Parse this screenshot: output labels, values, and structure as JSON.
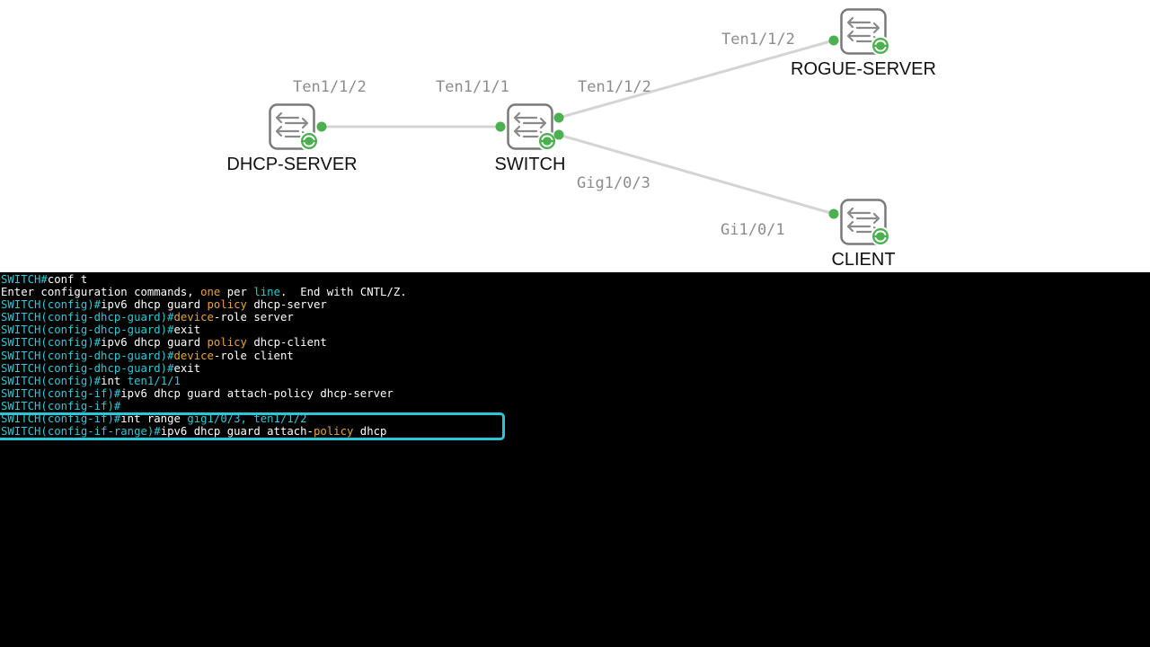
{
  "colors": {
    "prompt": "#2fc8d8",
    "keyword": "#e8a33a",
    "text": "#ffffff",
    "highlight": "#28c6d6",
    "link": "#d4d4d4",
    "port_dot": "#4caf50",
    "sync_badge": "#4caf50"
  },
  "topology": {
    "devices": [
      {
        "id": "dhcp-server",
        "label": "DHCP-SERVER",
        "icon": "switch-icon"
      },
      {
        "id": "switch",
        "label": "SWITCH",
        "icon": "switch-icon"
      },
      {
        "id": "rogue-server",
        "label": "ROGUE-SERVER",
        "icon": "switch-icon"
      },
      {
        "id": "client",
        "label": "CLIENT",
        "icon": "switch-icon"
      }
    ],
    "ports": [
      {
        "id": "dhcp-server-ten112",
        "label": "Ten1/1/2"
      },
      {
        "id": "switch-ten111",
        "label": "Ten1/1/1"
      },
      {
        "id": "switch-ten112",
        "label": "Ten1/1/2"
      },
      {
        "id": "rogue-ten112",
        "label": "Ten1/1/2"
      },
      {
        "id": "switch-gig103",
        "label": "Gig1/0/3"
      },
      {
        "id": "client-gi101",
        "label": "Gi1/0/1"
      }
    ]
  },
  "terminal": {
    "lines": [
      [
        {
          "t": "SWITCH#",
          "c": "prompt"
        },
        {
          "t": "conf t",
          "c": "text"
        }
      ],
      [
        {
          "t": "Enter configuration commands, ",
          "c": "text"
        },
        {
          "t": "one",
          "c": "kw"
        },
        {
          "t": " per ",
          "c": "text"
        },
        {
          "t": "line",
          "c": "prompt"
        },
        {
          "t": ".  End with CNTL/Z.",
          "c": "text"
        }
      ],
      [
        {
          "t": "SWITCH(config)#",
          "c": "prompt"
        },
        {
          "t": "ipv6 dhcp guard ",
          "c": "text"
        },
        {
          "t": "policy",
          "c": "kw"
        },
        {
          "t": " dhcp-server",
          "c": "text"
        }
      ],
      [
        {
          "t": "SWITCH(config-dhcp-guard)#",
          "c": "prompt"
        },
        {
          "t": "device",
          "c": "kw"
        },
        {
          "t": "-role server",
          "c": "text"
        }
      ],
      [
        {
          "t": "SWITCH(config-dhcp-guard)#",
          "c": "prompt"
        },
        {
          "t": "exit",
          "c": "text"
        }
      ],
      [
        {
          "t": "SWITCH(config)#",
          "c": "prompt"
        },
        {
          "t": "ipv6 dhcp guard ",
          "c": "text"
        },
        {
          "t": "policy",
          "c": "kw"
        },
        {
          "t": " dhcp-client",
          "c": "text"
        }
      ],
      [
        {
          "t": "SWITCH(config-dhcp-guard)#",
          "c": "prompt"
        },
        {
          "t": "device",
          "c": "kw"
        },
        {
          "t": "-role client",
          "c": "text"
        }
      ],
      [
        {
          "t": "SWITCH(config-dhcp-guard)#",
          "c": "prompt"
        },
        {
          "t": "exit",
          "c": "text"
        }
      ],
      [
        {
          "t": "SWITCH(config)#",
          "c": "prompt"
        },
        {
          "t": "int ",
          "c": "text"
        },
        {
          "t": "ten1/1/1",
          "c": "prompt"
        }
      ],
      [
        {
          "t": "SWITCH(config-if)#",
          "c": "prompt"
        },
        {
          "t": "ipv6 dhcp guard attach-policy dhcp-server",
          "c": "text"
        }
      ],
      [
        {
          "t": "SWITCH(config-if)#",
          "c": "prompt"
        }
      ],
      [
        {
          "t": "SWITCH(config-if)#",
          "c": "prompt"
        },
        {
          "t": "int range ",
          "c": "text"
        },
        {
          "t": "gig1/0/3, ten1/1/2",
          "c": "prompt"
        }
      ],
      [
        {
          "t": "SWITCH(config-if-range)#",
          "c": "prompt"
        },
        {
          "t": "ipv6 dhcp guard attach-",
          "c": "text"
        },
        {
          "t": "policy",
          "c": "kw"
        },
        {
          "t": " dhcp",
          "c": "text"
        }
      ]
    ]
  }
}
